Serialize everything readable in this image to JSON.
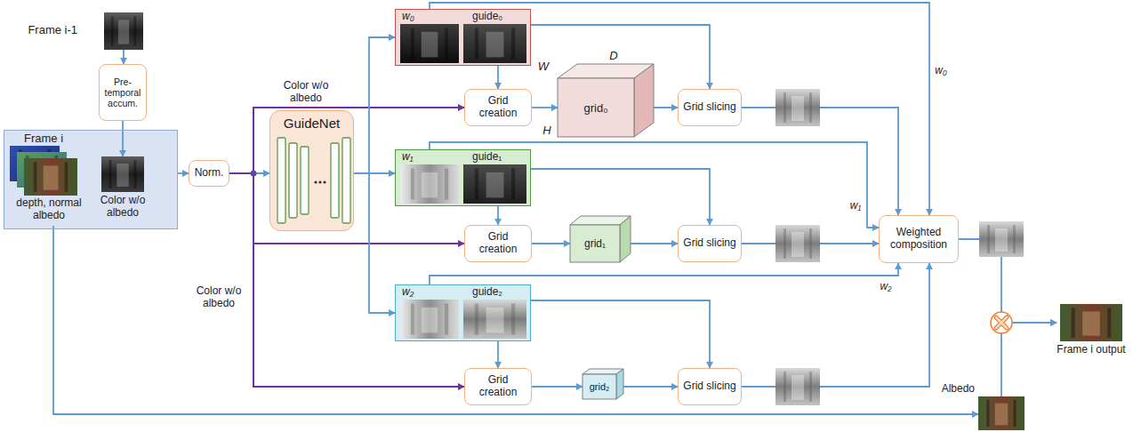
{
  "diagram": {
    "nodes": [
      {
        "text": [
          "Frame i-1"
        ]
      },
      {
        "text": [
          "Pre-temporal accum."
        ]
      },
      {
        "text": [
          "Frame i"
        ]
      },
      {
        "text": [
          "depth, normal albedo"
        ],
        "in": 2
      },
      {
        "text": [
          "Color w/o albedo"
        ],
        "in": 2
      },
      {
        "text": [
          "Norm."
        ]
      },
      {
        "text": [
          "GuideNet"
        ]
      },
      {
        "text": [
          "w₀",
          "guide₀"
        ]
      },
      {
        "text": [
          "Grid creation"
        ]
      },
      {
        "text": [
          "grid₀"
        ]
      },
      {
        "text": [
          "Grid slicing"
        ]
      },
      {
        "text": [
          "w₁",
          "guide₁"
        ]
      },
      {
        "text": [
          "Grid creation"
        ]
      },
      {
        "text": [
          "grid₁"
        ]
      },
      {
        "text": [
          "Grid slicing"
        ]
      },
      {
        "text": [
          "Weighted composition"
        ]
      },
      {
        "text": [
          "w₂",
          "guide₂"
        ]
      },
      {
        "text": [
          "Grid creation"
        ]
      },
      {
        "text": [
          "grid₂"
        ]
      },
      {
        "text": [
          "Grid slicing"
        ]
      },
      {
        "text": [
          "Frame i output"
        ]
      },
      {
        "text": [
          "Albedo"
        ]
      }
    ],
    "edges": [
      {
        "from": 0,
        "to": 1,
        "arrow": "to"
      },
      {
        "from": 1,
        "to": 4,
        "arrow": "to"
      },
      {
        "from": 2,
        "to": 5,
        "arrow": "to"
      },
      {
        "from": 5,
        "to": 6,
        "arrow": "to"
      },
      {
        "from": 5,
        "to": 8,
        "arrow": "to",
        "label": "Color w/o albedo"
      },
      {
        "from": 5,
        "to": 12,
        "arrow": "to"
      },
      {
        "from": 5,
        "to": 17,
        "arrow": "to",
        "label": "Color w/o albedo"
      },
      {
        "from": 6,
        "to": 7,
        "arrow": "to"
      },
      {
        "from": 6,
        "to": 11,
        "arrow": "to"
      },
      {
        "from": 6,
        "to": 16,
        "arrow": "to"
      },
      {
        "from": 7,
        "to": 8,
        "arrow": "to"
      },
      {
        "from": 8,
        "to": 9,
        "arrow": "to"
      },
      {
        "from": 9,
        "to": 10,
        "arrow": "to"
      },
      {
        "from": 7,
        "to": 10,
        "arrow": "to"
      },
      {
        "from": 10,
        "to": 15,
        "arrow": "to"
      },
      {
        "from": 7,
        "to": 15,
        "arrow": "to",
        "label": "w₀"
      },
      {
        "from": 11,
        "to": 12,
        "arrow": "to"
      },
      {
        "from": 12,
        "to": 13,
        "arrow": "to"
      },
      {
        "from": 13,
        "to": 14,
        "arrow": "to"
      },
      {
        "from": 11,
        "to": 14,
        "arrow": "to"
      },
      {
        "from": 14,
        "to": 15,
        "arrow": "to"
      },
      {
        "from": 11,
        "to": 15,
        "arrow": "to",
        "label": "w₁"
      },
      {
        "from": 16,
        "to": 17,
        "arrow": "to"
      },
      {
        "from": 17,
        "to": 18,
        "arrow": "to"
      },
      {
        "from": 18,
        "to": 19,
        "arrow": "to"
      },
      {
        "from": 16,
        "to": 19,
        "arrow": "to"
      },
      {
        "from": 19,
        "to": 15,
        "arrow": "to"
      },
      {
        "from": 16,
        "to": 15,
        "arrow": "to",
        "label": "w₂"
      },
      {
        "from": 15,
        "to": 20,
        "arrow": "to"
      },
      {
        "from": 21,
        "to": 20,
        "arrow": "to"
      },
      {
        "from": 3,
        "to": 21,
        "arrow": "to"
      }
    ],
    "labels": [
      "W",
      "D",
      "H"
    ]
  }
}
